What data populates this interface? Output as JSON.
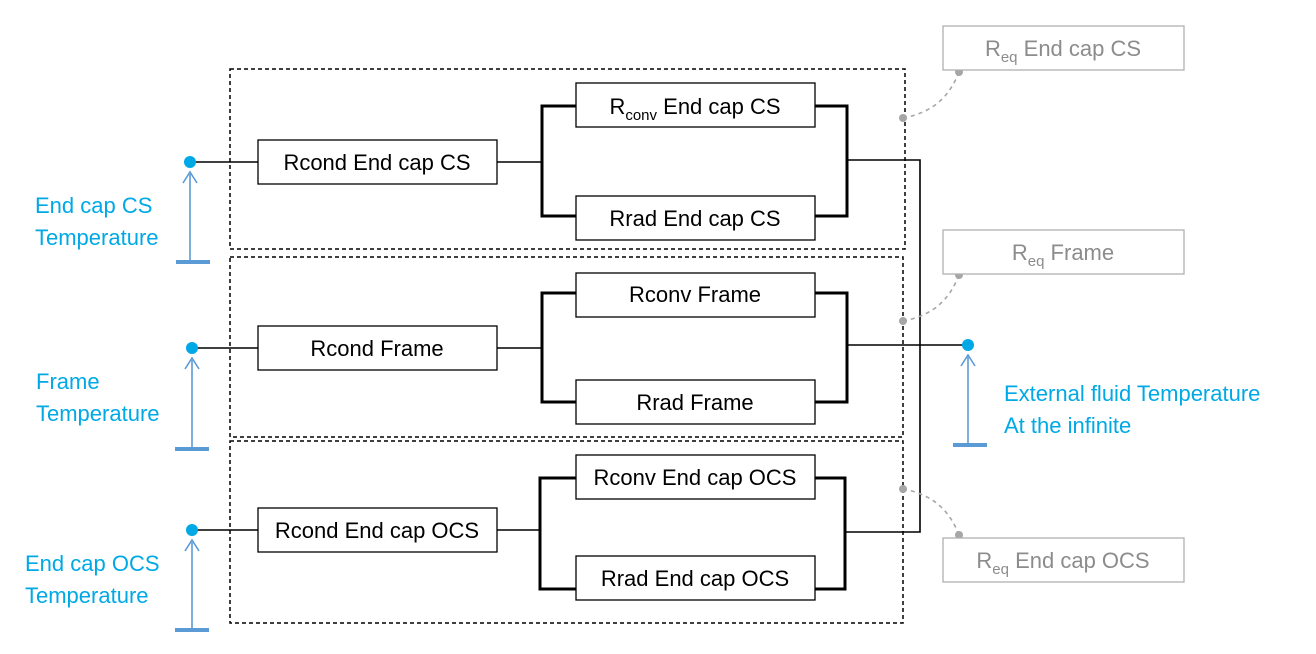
{
  "resistors": {
    "cond_cs": "Rcond End cap CS",
    "conv_cs_main": "R",
    "conv_cs_sub": "conv",
    "conv_cs_rest": " End cap CS",
    "rad_cs": "Rrad End cap CS",
    "cond_frame": "Rcond Frame",
    "conv_frame": "Rconv Frame",
    "rad_frame": "Rrad Frame",
    "cond_ocs": "Rcond End cap OCS",
    "conv_ocs": "Rconv End cap OCS",
    "rad_ocs": "Rrad End cap OCS"
  },
  "equivalents": {
    "main": "R",
    "sub": "eq",
    "cs_rest": " End cap CS",
    "frame_rest": " Frame",
    "ocs_rest": " End cap OCS"
  },
  "temperatures": {
    "cs_line1": "End cap CS",
    "cs_line2": "Temperature",
    "frame_line1": "Frame",
    "frame_line2": "Temperature",
    "ocs_line1": "End cap OCS",
    "ocs_line2": "Temperature",
    "ext_line1": "External fluid Temperature",
    "ext_line2": "At the infinite"
  },
  "colors": {
    "temperature": "#00a9e6",
    "temperature_line": "#5b9bd5",
    "equivalent": "#8c8c8c"
  }
}
